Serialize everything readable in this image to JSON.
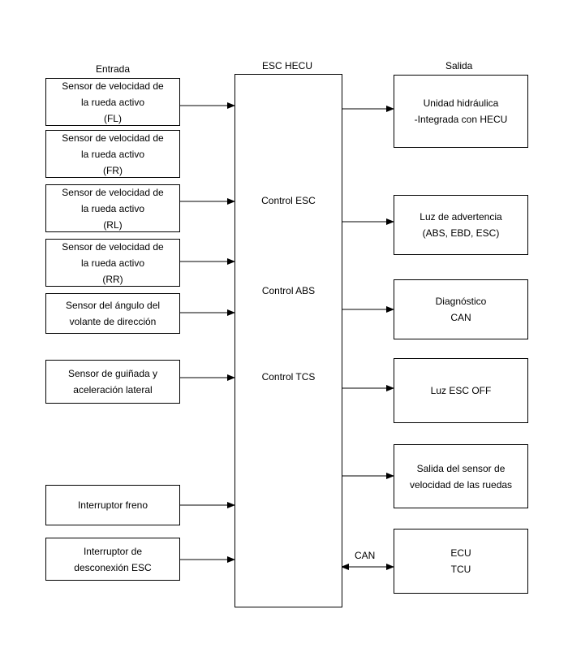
{
  "headers": {
    "input": "Entrada",
    "center": "ESC HECU",
    "output": "Salida"
  },
  "inputs": [
    {
      "label": "Sensor de velocidad de\nla rueda activo\n(FL)"
    },
    {
      "label": "Sensor de velocidad de\nla rueda activo\n(FR)"
    },
    {
      "label": "Sensor de velocidad de\nla rueda activo\n(RL)"
    },
    {
      "label": "Sensor de velocidad de\nla rueda activo\n(RR)"
    },
    {
      "label": "Sensor del ángulo del\nvolante de dirección"
    },
    {
      "label": "Sensor de guiñada y\naceleración lateral"
    },
    {
      "label": "Interruptor freno"
    },
    {
      "label": "Interruptor de\ndesconexión ESC"
    }
  ],
  "controls": [
    "Control ESC",
    "Control ABS",
    "Control TCS"
  ],
  "outputs": [
    {
      "label": "Unidad hidráulica\n-Integrada con HECU"
    },
    {
      "label": "Luz de advertencia\n(ABS, EBD, ESC)"
    },
    {
      "label": "Diagnóstico\nCAN"
    },
    {
      "label": "Luz ESC OFF"
    },
    {
      "label": "Salida del sensor de\nvelocidad de las ruedas"
    },
    {
      "label": "ECU\nTCU"
    }
  ],
  "can_label": "CAN"
}
